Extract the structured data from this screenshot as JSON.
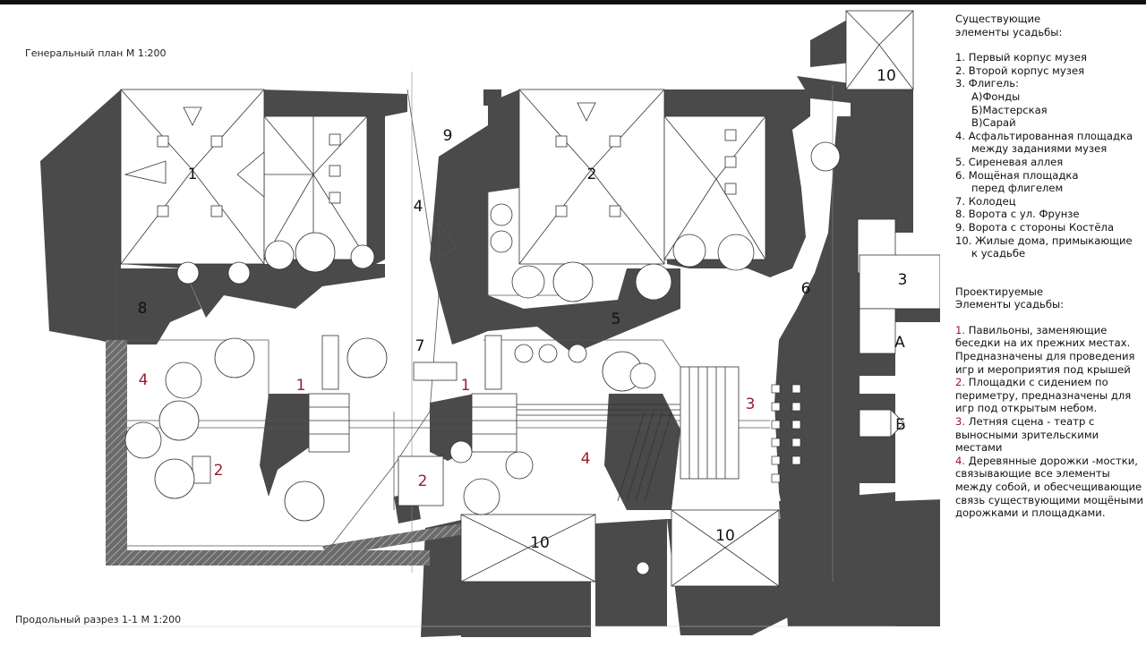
{
  "captions": {
    "plan_title": "Генеральный план М 1:200",
    "section_title": "Продольный разрез 1-1 М 1:200"
  },
  "legend": {
    "existing_heading_1": "Существующие",
    "existing_heading_2": "элементы усадьбы:",
    "existing": [
      "1. Первый корпус музея",
      "2. Второй корпус музея",
      "3. Флигель:",
      "А)Фонды",
      "Б)Мастерская",
      "В)Сарай",
      "4. Асфальтированная площадка",
      "между заданиями музея",
      "5. Сиреневая аллея",
      "6. Мощёная площадка",
      "перед флигелем",
      "7. Колодец",
      "8. Ворота с ул. Фрунзе",
      "9. Ворота с стороны Костёла",
      "10. Жилые дома, примыкающие",
      "к усадьбе"
    ],
    "projected_heading_1": "Проектируемые",
    "projected_heading_2": "Элементы усадьбы:",
    "projected": [
      {
        "num": "1.",
        "text": "Павильоны, заменяющие беседки на их прежних местах. Предназначены для проведения игр и мероприятия под крышей"
      },
      {
        "num": "2.",
        "text": "Площадки с сидением по периметру, предназначены для игр под открытым небом."
      },
      {
        "num": "3.",
        "text": "Летняя сцена - театр с выносными зрительскими местами"
      },
      {
        "num": "4.",
        "text": "Деревянные дорожки -мостки, связывающие все элементы между собой, и обесчещивающие связь существующими мощёными дорожками и площадками."
      }
    ]
  },
  "plan_labels": {
    "existing": {
      "b1": "1",
      "b2": "2",
      "b3": "3",
      "b4": "4",
      "b5": "5",
      "b6": "6",
      "b7": "7",
      "b8": "8",
      "b9": "9",
      "b10a": "10",
      "b10b": "10",
      "b10c": "10",
      "fa": "А",
      "fb": "Б"
    },
    "projected": {
      "p1a": "1",
      "p1b": "1",
      "p2a": "2",
      "p2b": "2",
      "p3": "3",
      "p4a": "4",
      "p4b": "4"
    }
  },
  "colors": {
    "shadow": "#4a4a4a",
    "projected_label": "#9b1c2c",
    "roof_line": "#333333"
  }
}
